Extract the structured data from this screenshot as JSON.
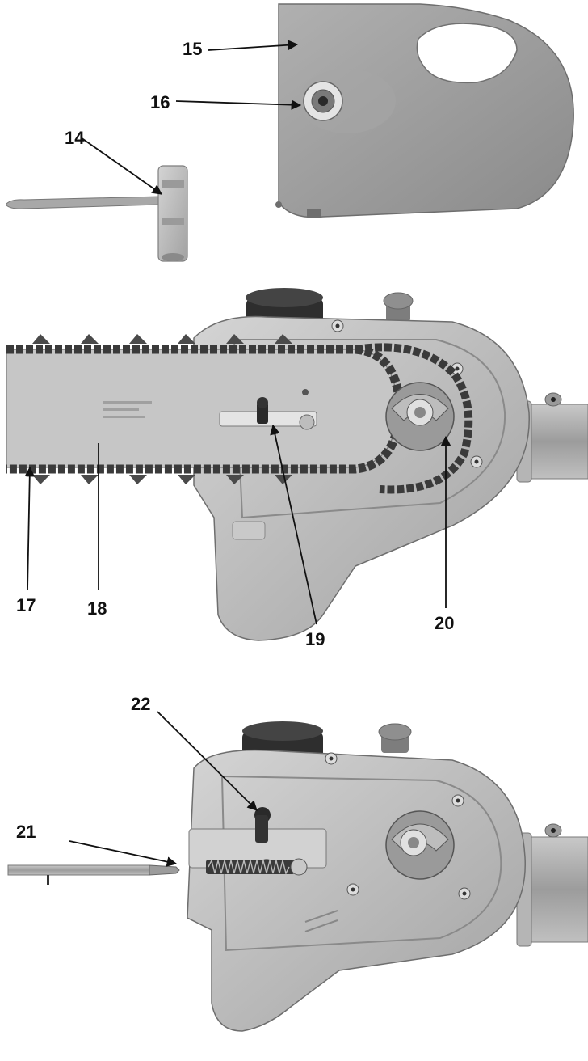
{
  "callouts": {
    "c14": "14",
    "c15": "15",
    "c16": "16",
    "c17": "17",
    "c18": "18",
    "c19": "19",
    "c20": "20",
    "c21": "21",
    "c22": "22"
  },
  "colors": {
    "cover_gray": "#9a9a9a",
    "metal": "#b7b7b7",
    "bar": "#c4c4c4",
    "chain": "#3a3a3a",
    "dark": "#2a2a2a",
    "arrow": "#111111"
  },
  "icons": [
    "wrench-icon",
    "cover-icon",
    "chain-icon",
    "bolt-icon",
    "spring-icon"
  ]
}
